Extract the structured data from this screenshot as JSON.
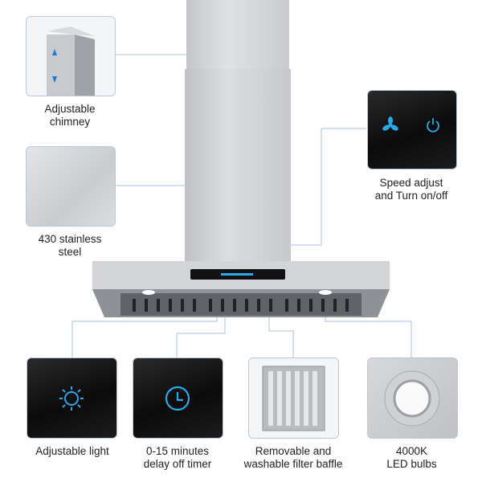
{
  "features": {
    "chimney": {
      "label": "Adjustable\nchimney"
    },
    "steel": {
      "label": "430 stainless\nsteel"
    },
    "controls": {
      "label": "Speed adjust\nand Turn on/off",
      "fan_icon": "fan-icon",
      "power_icon": "power-icon"
    },
    "light": {
      "label": "Adjustable light",
      "icon": "light-bulb-icon"
    },
    "timer": {
      "label": "0-15 minutes\ndelay off timer",
      "icon": "clock-icon"
    },
    "filter": {
      "label": "Removable and\nwashable filter baffle"
    },
    "bulbs": {
      "label": "4000K\nLED bulbs"
    }
  },
  "colors": {
    "accent": "#2aa8e8",
    "line": "#a9c1dc"
  }
}
